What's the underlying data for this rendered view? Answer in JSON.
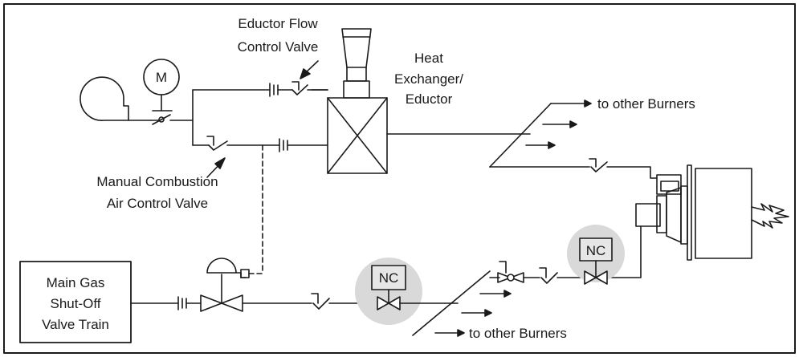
{
  "labels": {
    "eductor_valve": [
      "Eductor Flow",
      "Control Valve"
    ],
    "heat_exchanger": [
      "Heat",
      "Exchanger/",
      "Eductor"
    ],
    "to_burners_top": "to other Burners",
    "to_burners_bottom": "to other Burners",
    "manual_valve": [
      "Manual Combustion",
      "Air Control Valve"
    ],
    "main_gas": [
      "Main Gas",
      "Shut-Off",
      "Valve Train"
    ],
    "motor": "M",
    "nc_left": "NC",
    "nc_right": "NC"
  },
  "colors": {
    "line": "#1a1a1a",
    "nc_halo": "#d9d9d9",
    "nc_box": "#e6e6e6",
    "background": "#ffffff"
  }
}
